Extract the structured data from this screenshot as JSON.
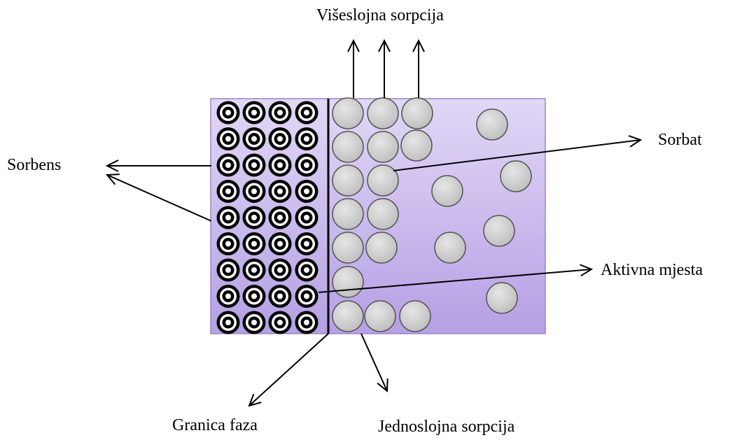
{
  "labels": {
    "multilayer": "Višeslojna sorpcija",
    "sorbate": "Sorbat",
    "sorbent": "Sorbens",
    "active_sites": "Aktivna mjesta",
    "phase_boundary": "Granica faza",
    "monolayer": "Jednoslojna sorpcija"
  },
  "colors": {
    "box_fill_top": "#e0d4f5",
    "box_fill_bottom": "#b7a2e6",
    "box_stroke": "#9b86c6",
    "sorbate_fill": "#cfcfcf",
    "sorbate_stroke": "#555555",
    "ring": "#000000"
  }
}
